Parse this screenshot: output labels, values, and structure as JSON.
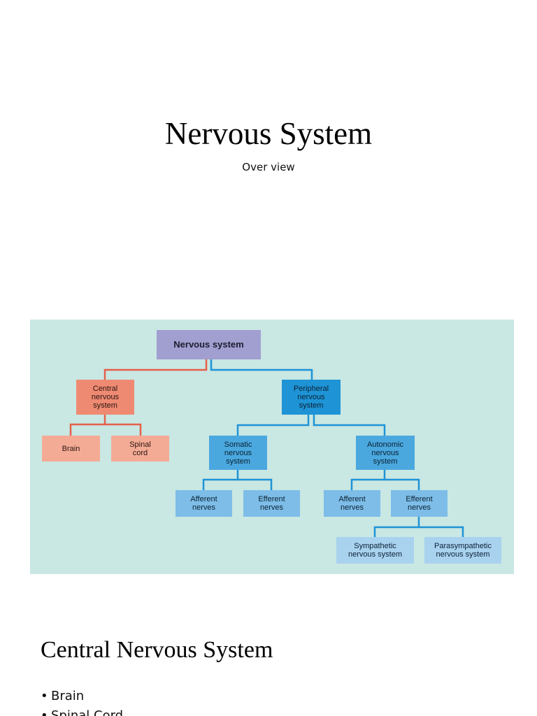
{
  "slide": {
    "title": "Nervous System",
    "subtitle": "Over view"
  },
  "diagram": {
    "root": "Nervous system",
    "central": {
      "label": "Central\nnervous\nsystem",
      "children": [
        "Brain",
        "Spinal\ncord"
      ]
    },
    "peripheral": {
      "label": "Peripheral\nnervous\nsystem",
      "somatic": {
        "label": "Somatic\nnervous\nsystem",
        "children": [
          "Afferent\nnerves",
          "Efferent\nnerves"
        ]
      },
      "autonomic": {
        "label": "Autonomic\nnervous\nsystem",
        "children": [
          "Afferent\nnerves",
          "Efferent\nnerves"
        ],
        "efferent_children": [
          "Sympathetic\nnervous system",
          "Parasympathetic\nnervous system"
        ]
      }
    },
    "colors": {
      "background": "#c9e7e3",
      "root": "#a19ed0",
      "central": "#ef8a72",
      "central_line": "#e5604a",
      "peripheral": "#1e93d6",
      "peripheral_line": "#1e93d6"
    }
  },
  "section": {
    "heading": "Central Nervous System",
    "bullets": [
      "Brain",
      "Spinal Cord"
    ]
  }
}
